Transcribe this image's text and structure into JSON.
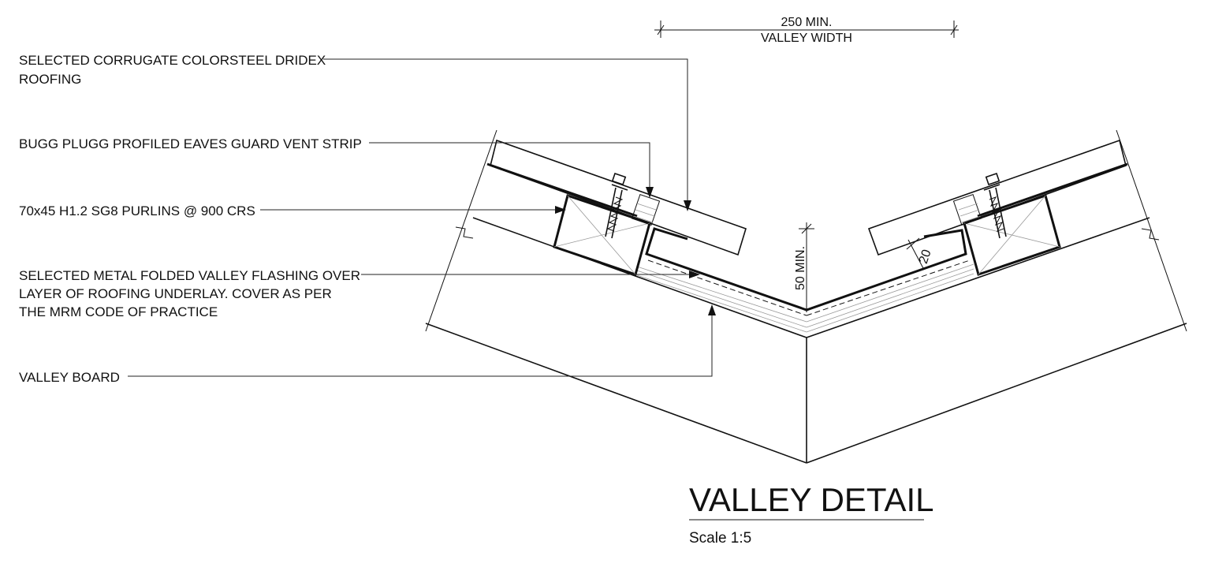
{
  "labels": {
    "roofing_line1": "SELECTED CORRUGATE COLORSTEEL DRIDEX",
    "roofing_line2": "ROOFING",
    "vent_strip": "BUGG PLUGG PROFILED EAVES GUARD VENT STRIP",
    "purlins": "70x45 H1.2 SG8 PURLINS @ 900 CRS",
    "flashing_line1": "SELECTED METAL FOLDED VALLEY FLASHING OVER",
    "flashing_line2": "LAYER OF ROOFING UNDERLAY. COVER AS PER",
    "flashing_line3": "THE MRM CODE OF PRACTICE",
    "valley_board": "VALLEY BOARD"
  },
  "dimensions": {
    "valley_width_value": "250 MIN.",
    "valley_width_label": "VALLEY WIDTH",
    "depth": "50 MIN.",
    "offset": "20"
  },
  "title": {
    "heading": "VALLEY DETAIL",
    "scale": "Scale 1:5"
  }
}
